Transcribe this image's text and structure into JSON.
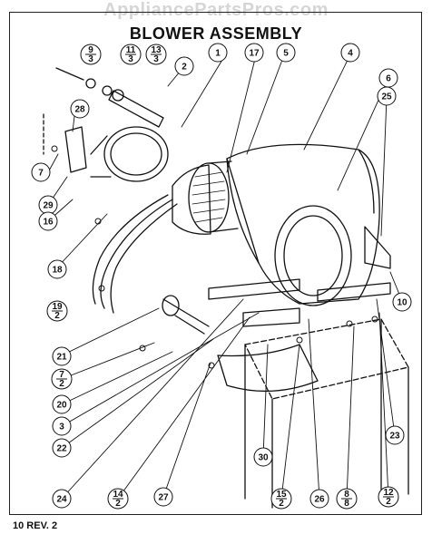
{
  "watermark": "AppliancePartsPros.com",
  "title": "BLOWER ASSEMBLY",
  "footer": "10 REV. 2",
  "callouts": [
    {
      "label": "1"
    },
    {
      "label": "17"
    },
    {
      "label": "5"
    },
    {
      "label": "4"
    },
    {
      "label": "6"
    },
    {
      "label": "25"
    },
    {
      "label": "2"
    },
    {
      "label": "28"
    },
    {
      "label": "7"
    },
    {
      "label": "29"
    },
    {
      "label": "16"
    },
    {
      "label": "18"
    },
    {
      "label": "10"
    },
    {
      "label": "21"
    },
    {
      "label": "20"
    },
    {
      "label": "3"
    },
    {
      "label": "22"
    },
    {
      "label": "24"
    },
    {
      "label": "27"
    },
    {
      "label": "30"
    },
    {
      "label": "26"
    },
    {
      "label": "23"
    }
  ],
  "fractions": [
    {
      "num": "9",
      "den": "3"
    },
    {
      "num": "11",
      "den": "3"
    },
    {
      "num": "13",
      "den": "3"
    },
    {
      "num": "19",
      "den": "2"
    },
    {
      "num": "7",
      "den": "2"
    },
    {
      "num": "14",
      "den": "2"
    },
    {
      "num": "15",
      "den": "2"
    },
    {
      "num": "8",
      "den": "8"
    },
    {
      "num": "12",
      "den": "2"
    }
  ]
}
